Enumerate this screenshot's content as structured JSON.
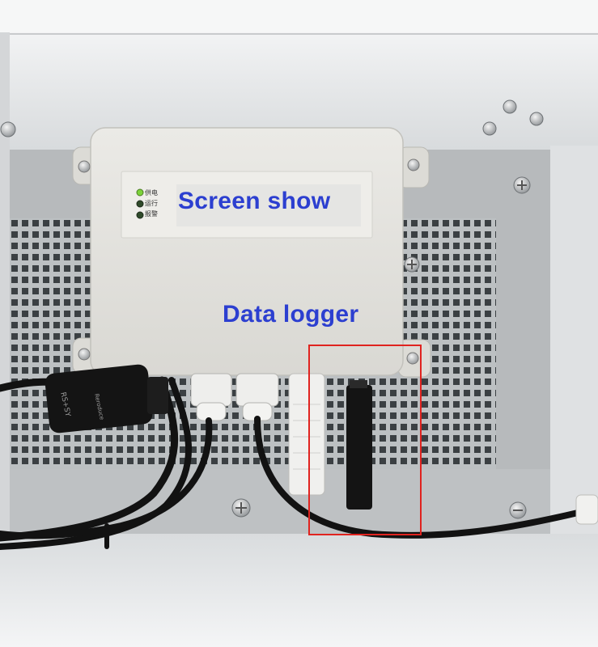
{
  "labels": {
    "screen": "Screen show",
    "logger": "Data logger"
  },
  "device": {
    "led_labels": [
      "供电",
      "运行",
      "报警"
    ],
    "brand": "RS+SY",
    "brand_sub": "Reroduce"
  },
  "colors": {
    "label_text": "#2c3fd0",
    "highlight_box": "#e0231f",
    "led_on": "#7cd23a",
    "led_off": "#2f4a2a",
    "device_body": "#e3e2dd",
    "mount_plate": "#b9bcbe",
    "enclosure": "#e8eaeb",
    "cable": "#121212"
  },
  "icons": [
    "screw-icon"
  ]
}
